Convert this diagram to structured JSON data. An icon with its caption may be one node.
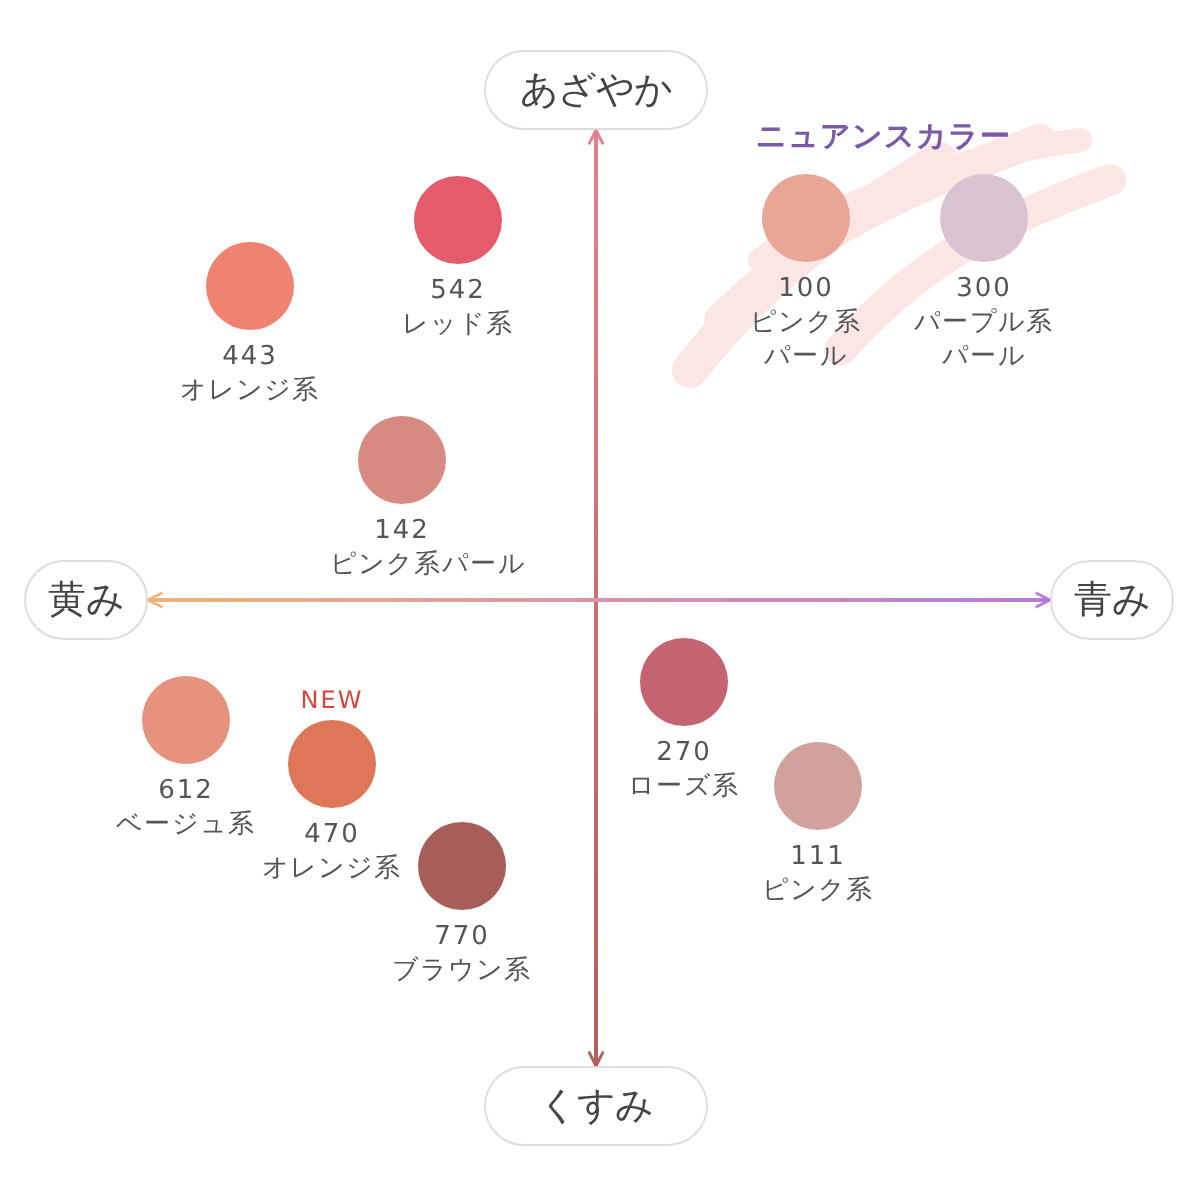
{
  "diagram": {
    "nodes": [
      {
        "text": [
          "あざやか"
        ]
      },
      {
        "text": [
          "542",
          "レッド系"
        ]
      },
      {
        "text": [
          "100",
          "ピンク系パール"
        ]
      },
      {
        "text": [
          "300",
          "パープル系パール"
        ]
      },
      {
        "text": [
          "443",
          "オレンジ系"
        ]
      },
      {
        "text": [
          "142",
          "ピンク系パール"
        ]
      },
      {
        "text": [
          "黄み"
        ]
      },
      {
        "text": [
          "青み"
        ]
      },
      {
        "text": [
          "270",
          "ローズ系"
        ]
      },
      {
        "text": [
          "612",
          "ベージュ系"
        ]
      },
      {
        "text": [
          "470",
          "オレンジ系"
        ],
        "beside": [
          "NEW"
        ]
      },
      {
        "text": [
          "111",
          "ピンク系"
        ]
      },
      {
        "text": [
          "770",
          "ブラウン系"
        ]
      },
      {
        "text": [
          "くすみ"
        ]
      }
    ],
    "edges": [
      {
        "from": 13,
        "to": 0,
        "arrow": "both"
      },
      {
        "from": 6,
        "to": 7,
        "arrow": "both"
      }
    ],
    "labels": [
      "ニュアンスカラー"
    ]
  }
}
